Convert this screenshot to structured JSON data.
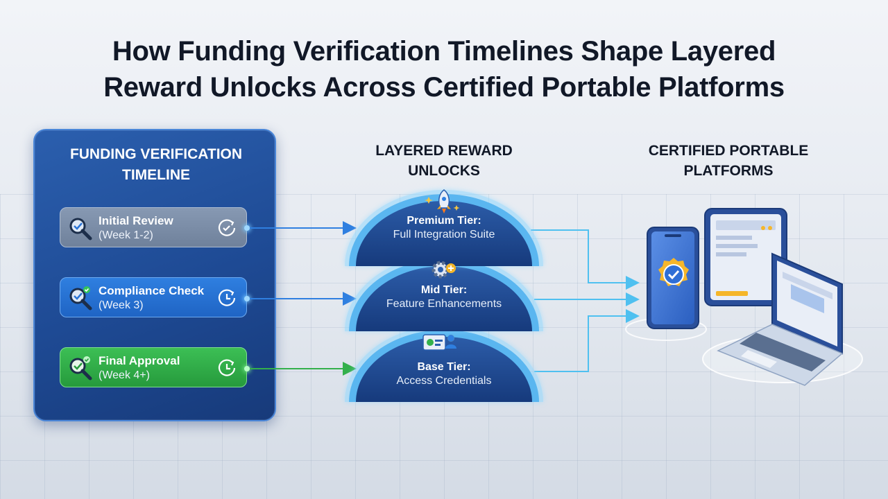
{
  "title_line1": "How Funding Verification Timelines Shape Layered",
  "title_line2": "Reward Unlocks Across Certified Portable Platforms",
  "timeline": {
    "title_line1": "FUNDING VERIFICATION",
    "title_line2": "TIMELINE",
    "stages": [
      {
        "name": "Initial Review",
        "period": "(Week 1-2)",
        "color": "#7a8ca6"
      },
      {
        "name": "Compliance Check",
        "period": "(Week 3)",
        "color": "#2a74d6"
      },
      {
        "name": "Final Approval",
        "period": "(Week 4+)",
        "color": "#33b04b"
      }
    ]
  },
  "rewards": {
    "title_line1": "LAYERED REWARD",
    "title_line2": "UNLOCKS",
    "tiers": [
      {
        "name": "Premium Tier:",
        "desc": "Full Integration Suite",
        "icon": "rocket-icon"
      },
      {
        "name": "Mid Tier:",
        "desc": "Feature Enhancements",
        "icon": "gear-plus-icon"
      },
      {
        "name": "Base Tier:",
        "desc": "Access Credentials",
        "icon": "id-card-icon"
      }
    ]
  },
  "platforms": {
    "title_line1": "CERTIFIED PORTABLE",
    "title_line2": "PLATFORMS",
    "devices": [
      "phone-icon",
      "tablet-icon",
      "laptop-icon"
    ]
  },
  "colors": {
    "panel": "#1e4a94",
    "connector": "#2f7fe0",
    "connector_green": "#33b04b",
    "glow": "#5fc8ff",
    "tier_fill": "#1e4488"
  }
}
